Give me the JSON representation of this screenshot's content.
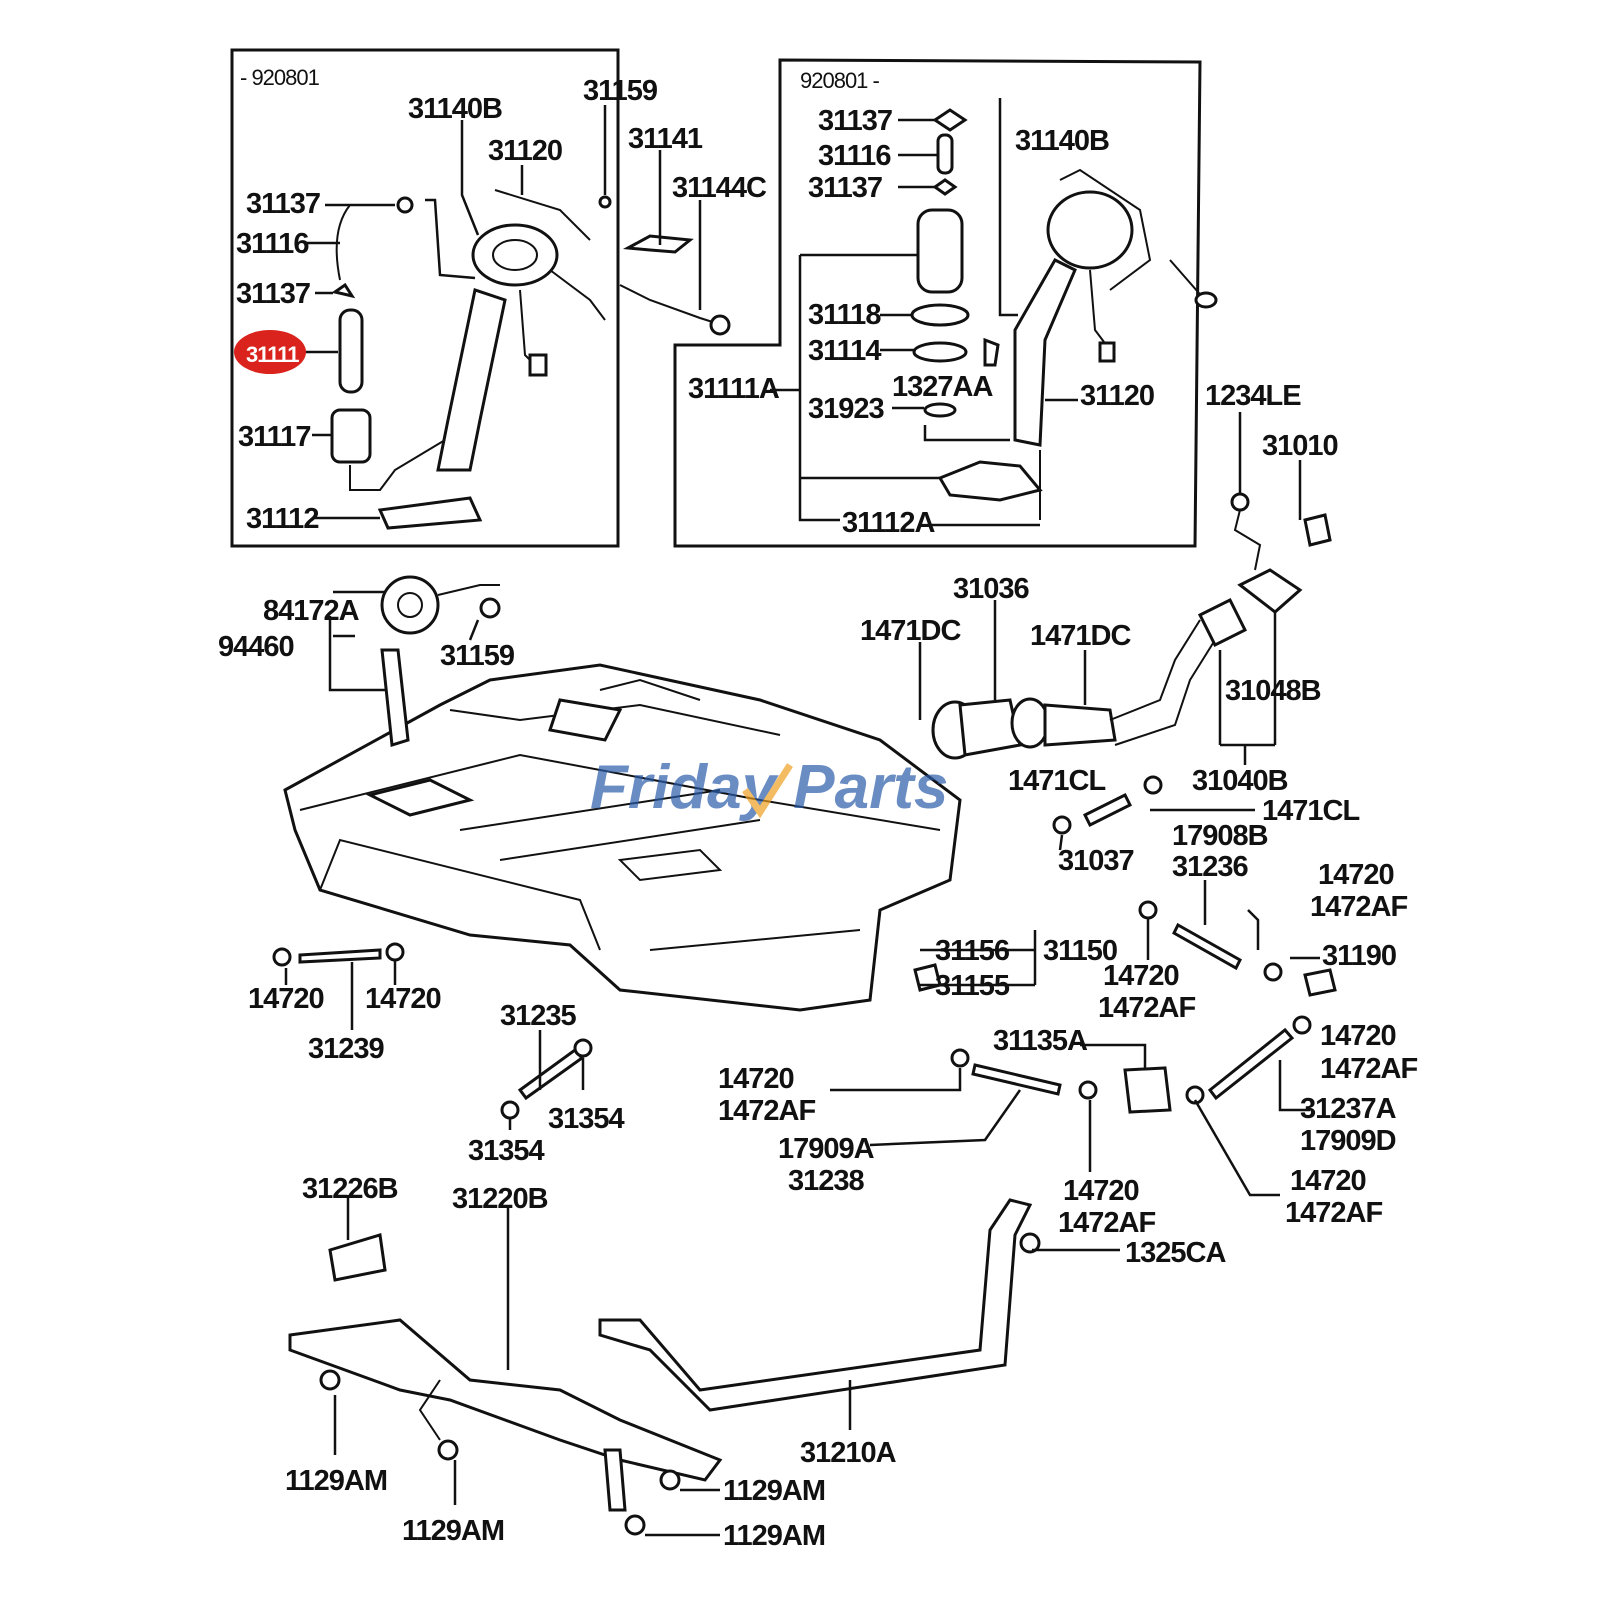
{
  "inset_left": {
    "range_label": "- 920801",
    "labels": {
      "l31140B": "31140B",
      "l31120": "31120",
      "l31159": "31159",
      "l31141": "31141",
      "l31144C": "31144C",
      "l31137a": "31137",
      "l31116": "31116",
      "l31137b": "31137",
      "l31111": "31111",
      "l31117": "31117",
      "l31112": "31112"
    },
    "highlight": {
      "label": "31111",
      "color": "#d9231c"
    }
  },
  "inset_right": {
    "range_label": "920801 -",
    "labels": {
      "l31137a": "31137",
      "l31116": "31116",
      "l31137b": "31137",
      "l31140B": "31140B",
      "l31118": "31118",
      "l31114": "31114",
      "l31111A": "31111A",
      "l1327AA": "1327AA",
      "l31120": "31120",
      "l31923": "31923",
      "l31112A": "31112A"
    }
  },
  "main": {
    "labels": {
      "l1234LE": "1234LE",
      "l31010": "31010",
      "l31036": "31036",
      "l1471DC_a": "1471DC",
      "l1471DC_b": "1471DC",
      "l31048B": "31048B",
      "l84172A": "84172A",
      "l94460": "94460",
      "l31159": "31159",
      "l31040B": "31040B",
      "l1471CL_a": "1471CL",
      "l1471CL_b": "1471CL",
      "l31037": "31037",
      "l17908B": "17908B",
      "l31236": "31236",
      "l14720_r1": "14720",
      "l1472AF_r1": "1472AF",
      "l31156": "31156",
      "l31150": "31150",
      "l31155": "31155",
      "l14720_m1": "14720",
      "l1472AF_m1": "1472AF",
      "l31190": "31190",
      "l14720_a": "14720",
      "l14720_b": "14720",
      "l31239": "31239",
      "l31235": "31235",
      "l31135A": "31135A",
      "l14720_r2": "14720",
      "l1472AF_r2": "1472AF",
      "l14720_l2": "14720",
      "l1472AF_l2": "1472AF",
      "l31354_a": "31354",
      "l31354_b": "31354",
      "l17909A": "17909A",
      "l31238": "31238",
      "l31237A": "31237A",
      "l17909D": "17909D",
      "l14720_m3": "14720",
      "l1472AF_m3": "1472AF",
      "l14720_r3": "14720",
      "l1472AF_r3": "1472AF",
      "l31226B": "31226B",
      "l31220B": "31220B",
      "l1325CA": "1325CA",
      "l31210A": "31210A",
      "l1129AM_a": "1129AM",
      "l1129AM_b": "1129AM",
      "l1129AM_c": "1129AM",
      "l1129AM_d": "1129AM"
    }
  },
  "watermark": {
    "text": "Friday Parts",
    "color": "#2a5caa",
    "accent": "#f0a020"
  }
}
